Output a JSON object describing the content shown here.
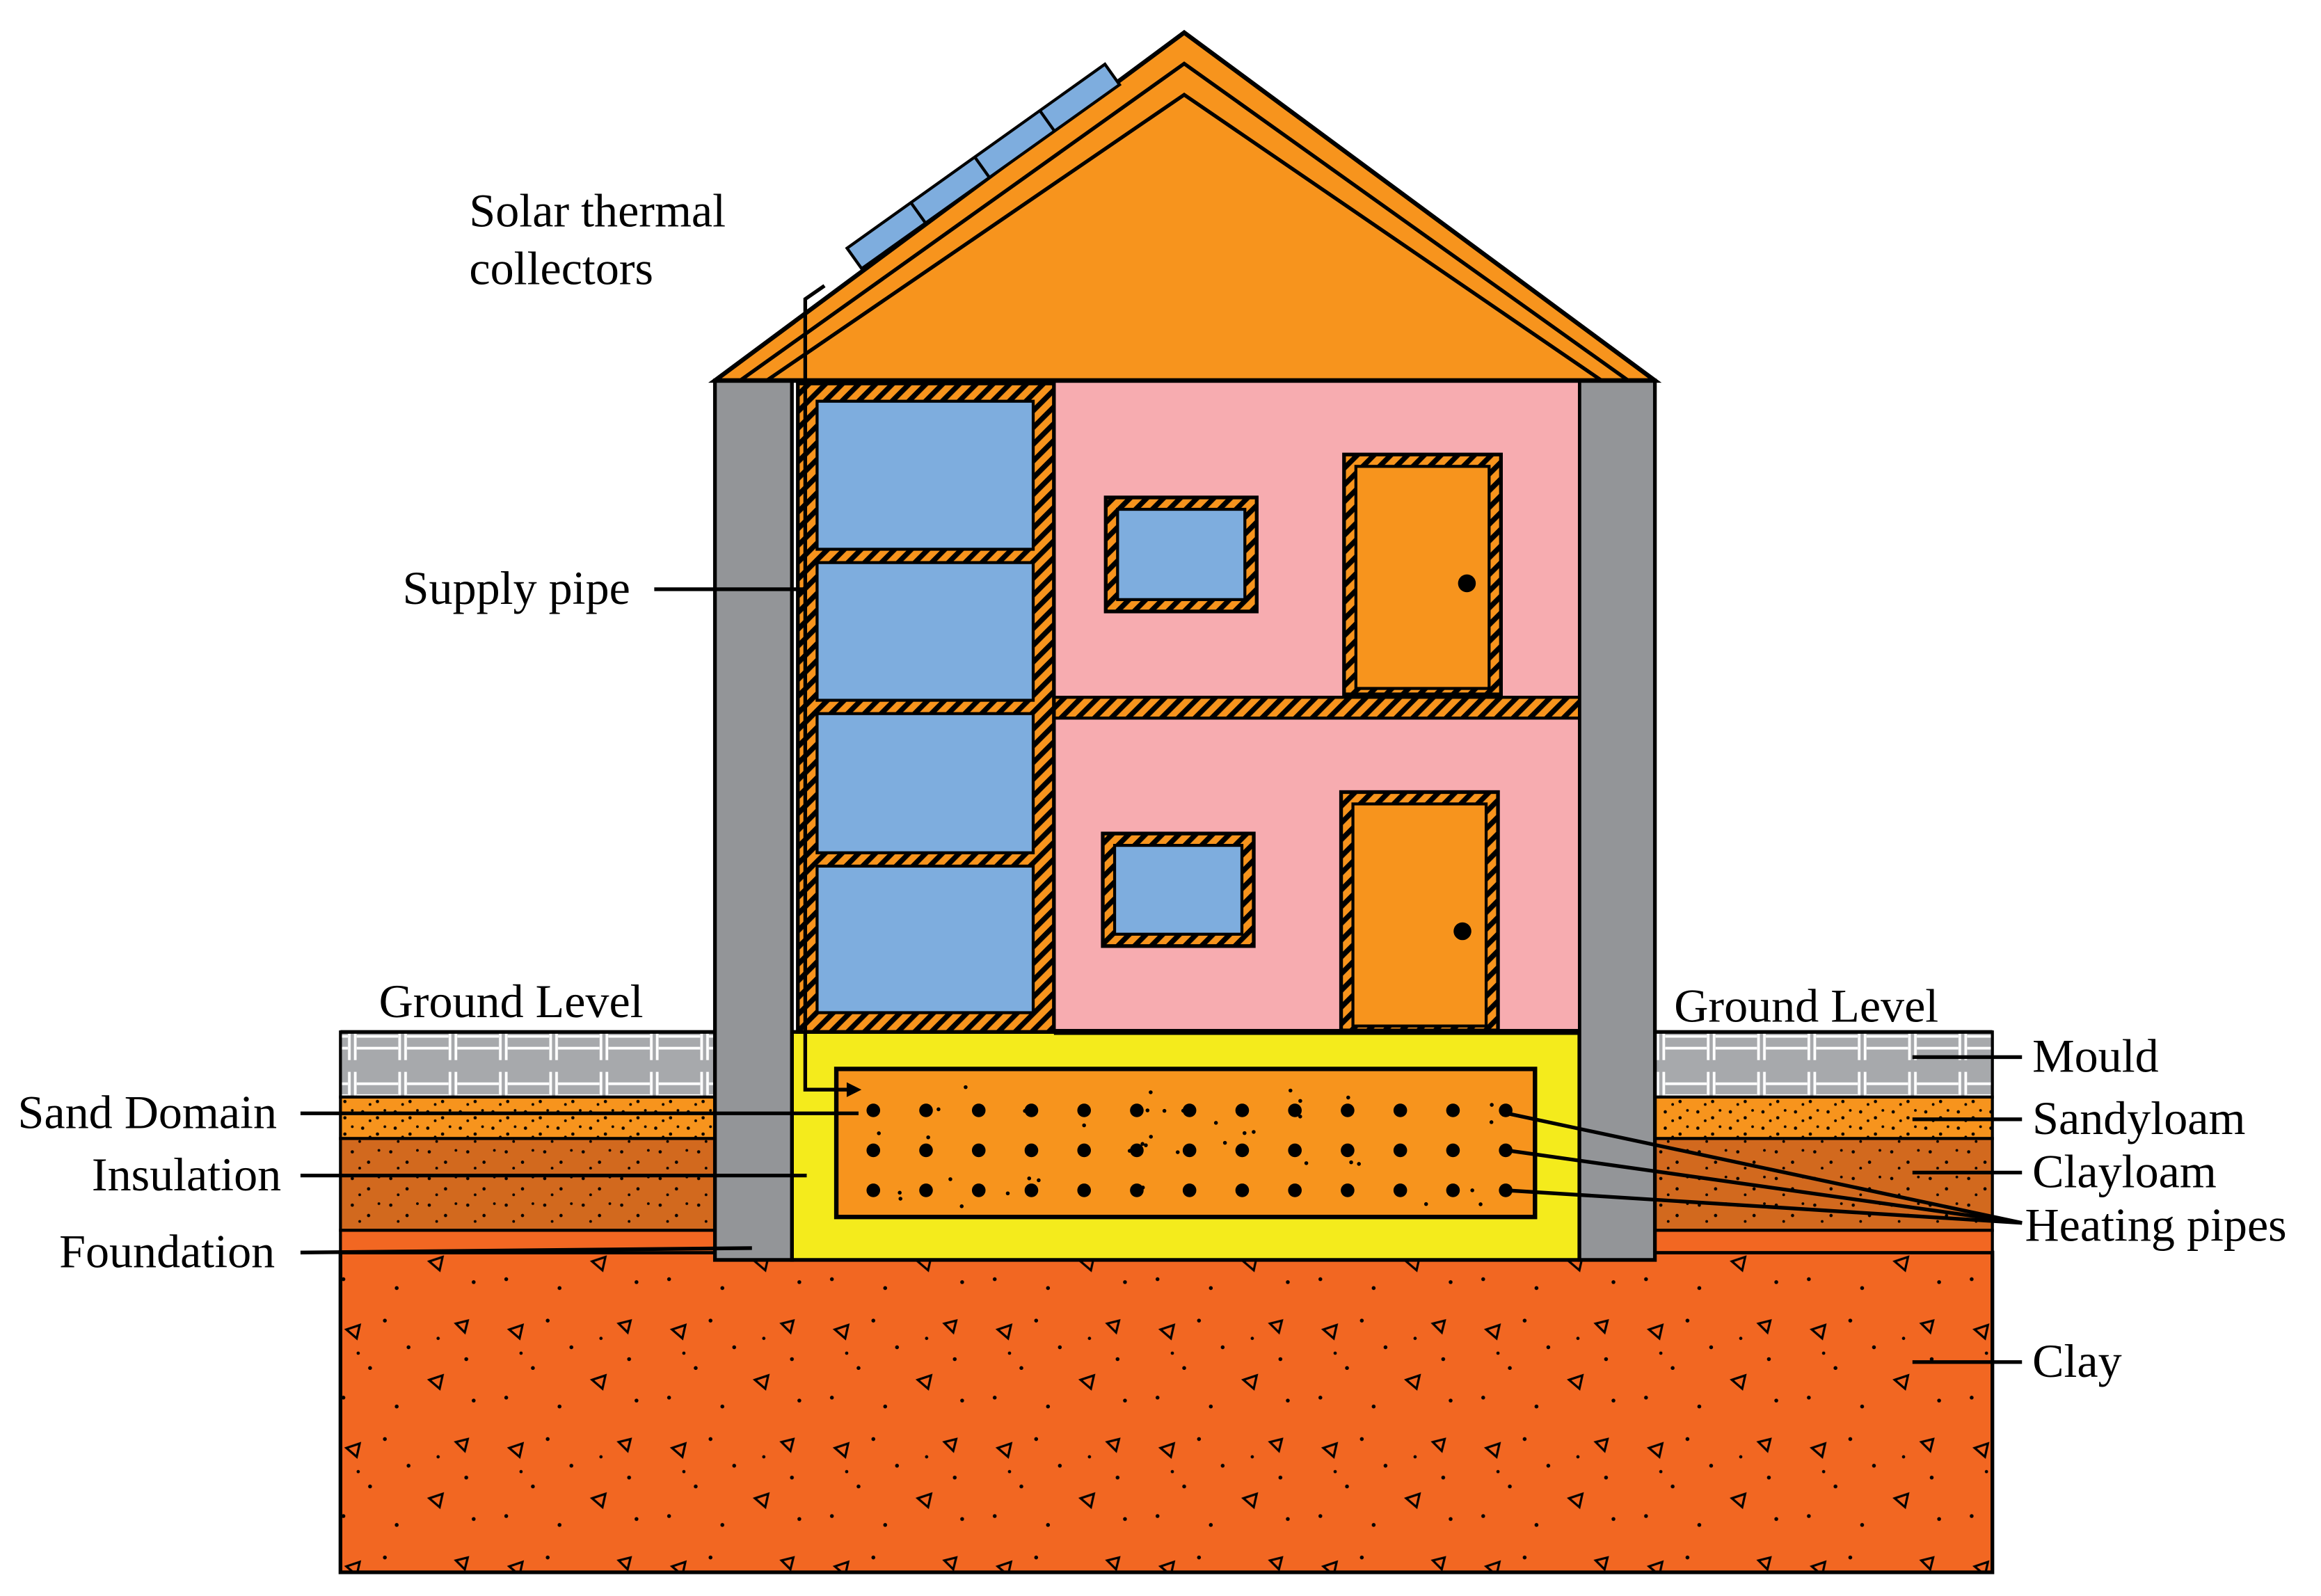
{
  "labels": {
    "solar_line1": "Solar thermal",
    "solar_line2": "collectors",
    "supply_pipe": "Supply pipe",
    "ground_level_left": "Ground Level",
    "ground_level_right": "Ground Level",
    "sand_domain": "Sand Domain",
    "insulation": "Insulation",
    "foundation": "Foundation",
    "mould": "Mould",
    "sandyloam": "Sandyloam",
    "clayloam": "Clayloam",
    "heating_pipes": "Heating pipes",
    "clay": "Clay"
  },
  "colors": {
    "roof": "#F7941D",
    "wall": "#939598",
    "room": "#F7ACB0",
    "window": "#7EADDE",
    "door": "#F7941D",
    "sand_domain": "#F7941D",
    "insulation": "#F4EB1C",
    "mould": "#A7A9AC",
    "sandyloam": "#F7941D",
    "clayloam": "#D2691E",
    "clay": "#F26722"
  }
}
